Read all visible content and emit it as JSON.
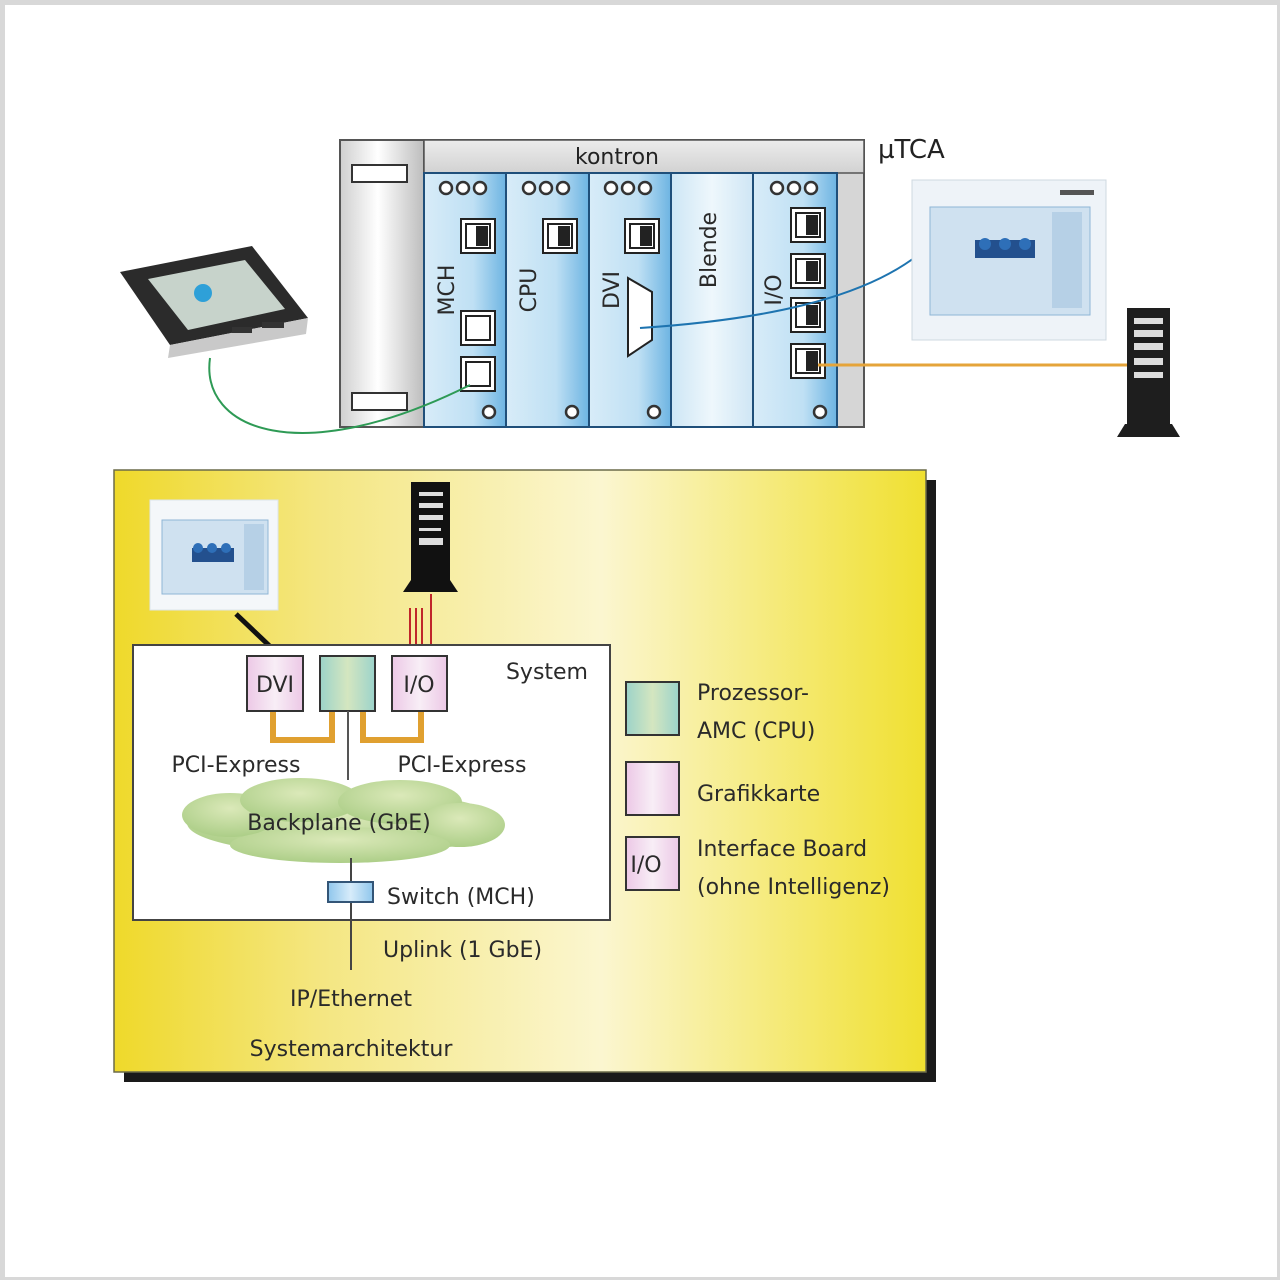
{
  "title": "µTCA",
  "chassis": {
    "brand": "kontron",
    "slots": [
      {
        "label": "MCH"
      },
      {
        "label": "CPU"
      },
      {
        "label": "DVI"
      },
      {
        "label": "Blende"
      },
      {
        "label": "I/O"
      }
    ]
  },
  "architecture": {
    "system_label": "System",
    "boxes": {
      "dvi": "DVI",
      "io": "I/O"
    },
    "pcie_left": "PCI-Express",
    "pcie_right": "PCI-Express",
    "backplane": "Backplane (GbE)",
    "switch": "Switch (MCH)",
    "uplink": "Uplink (1 GbE)",
    "network": "IP/Ethernet",
    "caption": "Systemarchitektur"
  },
  "legend": [
    {
      "name": "cpu",
      "lines": [
        "Prozessor-",
        "AMC (CPU)"
      ],
      "swatch_text": ""
    },
    {
      "name": "graphics",
      "lines": [
        "Grafikkarte"
      ],
      "swatch_text": ""
    },
    {
      "name": "io",
      "lines": [
        "Interface Board",
        "(ohne Intelligenz)"
      ],
      "swatch_text": "I/O"
    }
  ],
  "colors": {
    "cpu_swatch": "#a8d8cc",
    "graphics_swatch": "#f3dcef",
    "board_blue": "#bfe0f4",
    "yellow": "#f2e12a",
    "pcie_line": "#e0a030",
    "dvi_cable": "#1e74b0",
    "ethernet_cable": "#e5a43a",
    "mch_cable": "#2e9a55",
    "io_wires": "#c0262a"
  }
}
